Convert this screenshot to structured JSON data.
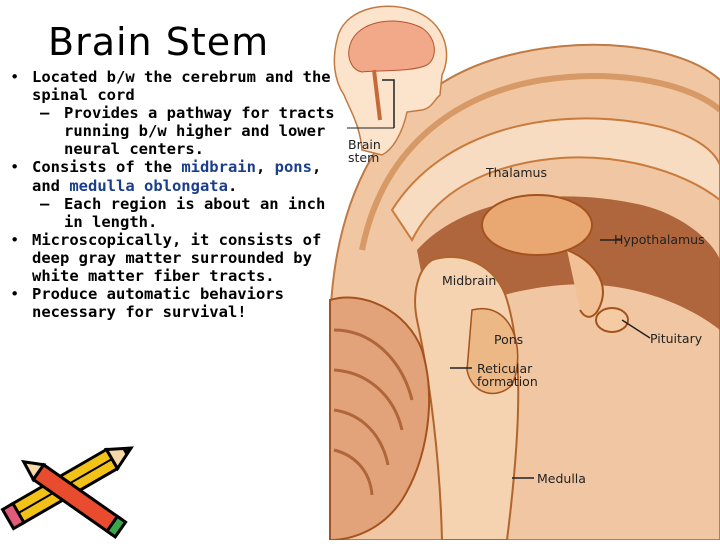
{
  "slide": {
    "title": "Brain Stem",
    "bullets": [
      {
        "text": "Located b/w the cerebrum and the spinal cord",
        "sub": [
          "Provides a pathway for tracts running b/w higher and lower neural centers."
        ]
      },
      {
        "text_parts": [
          "Consists of the ",
          "midbrain",
          ", ",
          "pons",
          ", and ",
          "medulla oblongata",
          "."
        ],
        "sub": [
          "Each region is about an inch in length."
        ]
      },
      {
        "text": "Microscopically, it consists of deep gray matter surrounded by white matter fiber tracts."
      },
      {
        "text": "Produce automatic behaviors necessary for survival!"
      }
    ]
  },
  "figure": {
    "labels": {
      "brain_stem": [
        "Brain",
        "stem"
      ],
      "thalamus": "Thalamus",
      "hypothalamus": "Hypothalamus",
      "midbrain": "Midbrain",
      "pons": "Pons",
      "pituitary": "Pituitary",
      "reticular": [
        "Reticular",
        "formation"
      ],
      "medulla": "Medulla"
    }
  },
  "colors": {
    "highlight": "#1a3e8c",
    "tissue": "#f2c9a8",
    "outline": "#b05a2a"
  },
  "icons": [
    "pencil-icon"
  ]
}
